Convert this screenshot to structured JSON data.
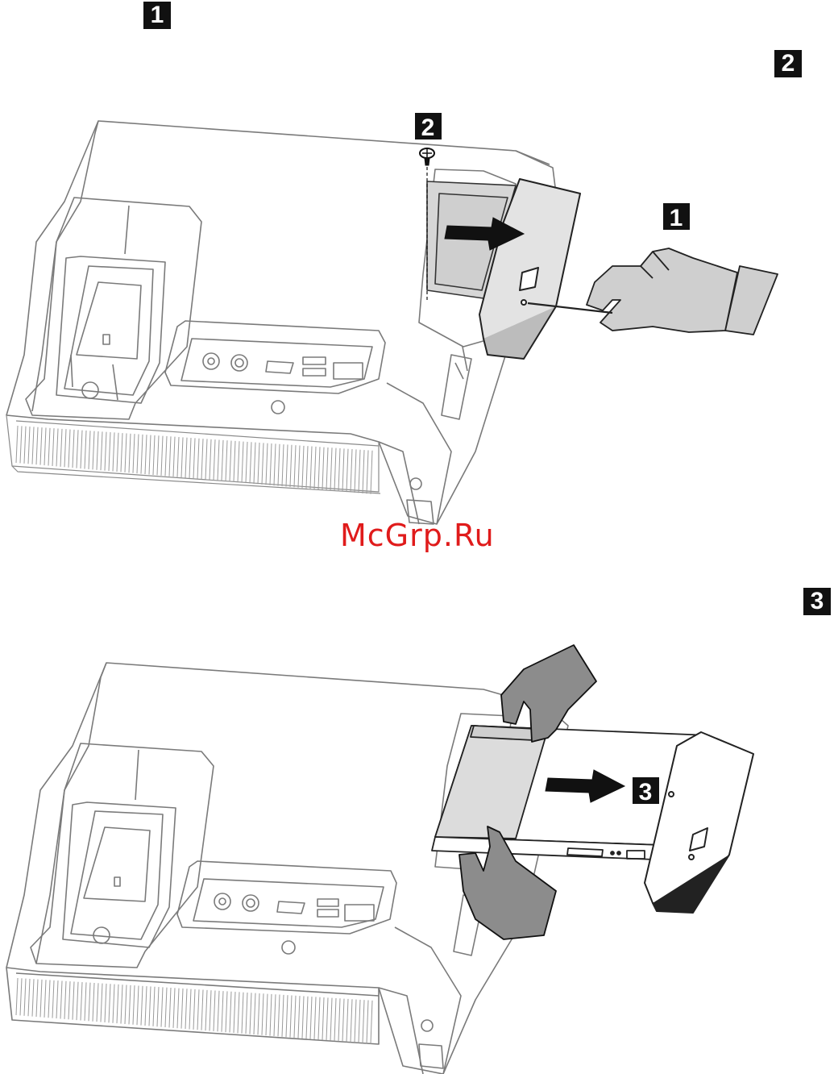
{
  "page": {
    "steps": [
      "1",
      "2",
      "3"
    ],
    "watermark": "McGrp.Ru"
  },
  "figure1": {
    "callout_screw": "2",
    "callout_hand": "1"
  },
  "figure2": {
    "callout_drive": "3"
  },
  "colors": {
    "line": "#7a7a7a",
    "dark_line": "#222222",
    "hand_fill": "#bdbdbd",
    "hand_dark_fill": "#8c8c8c",
    "badge": "#111111"
  },
  "icons": [
    "arrow-right-icon",
    "screw-icon",
    "hand-icon"
  ]
}
